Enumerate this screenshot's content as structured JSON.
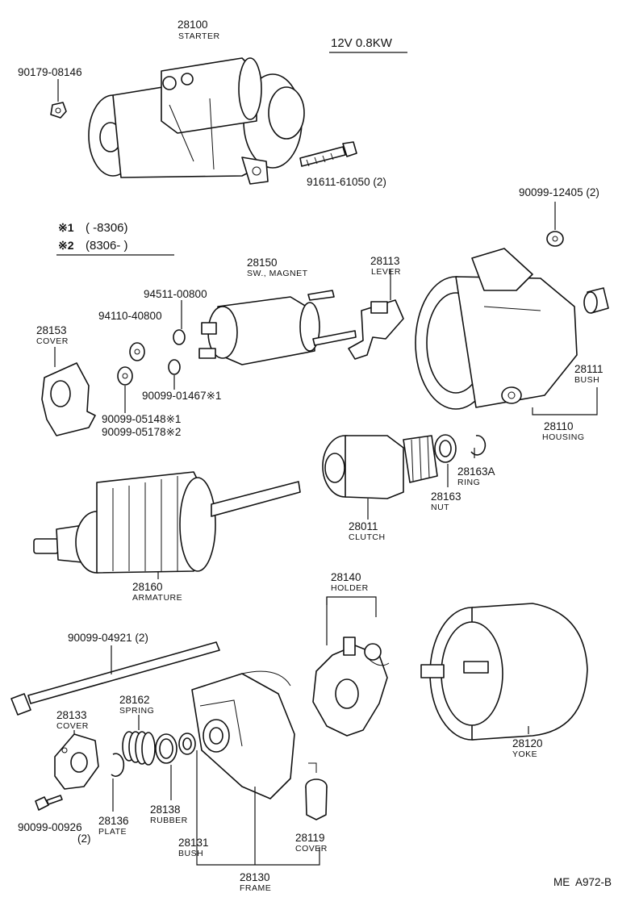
{
  "spec": "12V 0.8KW",
  "notes": [
    {
      "mark": "※1",
      "text": "(      -8306)"
    },
    {
      "mark": "※2",
      "text": "(8306-       )"
    }
  ],
  "footer_code": "ME  A972-B",
  "parts": {
    "p28100": {
      "num": "28100",
      "name": "STARTER"
    },
    "p90179": {
      "num": "90179-08146"
    },
    "p91611": {
      "num": "91611-61050 (2)"
    },
    "p90099_12405": {
      "num": "90099-12405 (2)"
    },
    "p28150": {
      "num": "28150",
      "name": "SW., MAGNET"
    },
    "p28113": {
      "num": "28113",
      "name": "LEVER"
    },
    "p94511": {
      "num": "94511-00800"
    },
    "p94110": {
      "num": "94110-40800"
    },
    "p28153": {
      "num": "28153",
      "name": "COVER"
    },
    "p90099_01467": {
      "num": "90099-01467※1"
    },
    "p90099_05148": {
      "num": "90099-05148※1"
    },
    "p90099_05178": {
      "num": "90099-05178※2"
    },
    "p28111": {
      "num": "28111",
      "name": "BUSH"
    },
    "p28110": {
      "num": "28110",
      "name": "HOUSING"
    },
    "p28163A": {
      "num": "28163A",
      "name": "RING"
    },
    "p28163": {
      "num": "28163",
      "name": "NUT"
    },
    "p28011": {
      "num": "28011",
      "name": "CLUTCH"
    },
    "p28160": {
      "num": "28160",
      "name": "ARMATURE"
    },
    "p28140": {
      "num": "28140",
      "name": "HOLDER"
    },
    "p90099_04921": {
      "num": "90099-04921 (2)"
    },
    "p28162": {
      "num": "28162",
      "name": "SPRING"
    },
    "p28133": {
      "num": "28133",
      "name": "COVER"
    },
    "p28120": {
      "num": "28120",
      "name": "YOKE"
    },
    "p90099_00926": {
      "num": "90099-00926",
      "qty": "(2)"
    },
    "p28136": {
      "num": "28136",
      "name": "PLATE"
    },
    "p28138": {
      "num": "28138",
      "name": "RUBBER"
    },
    "p28131": {
      "num": "28131",
      "name": "BUSH"
    },
    "p28119": {
      "num": "28119",
      "name": "COVER"
    },
    "p28130": {
      "num": "28130",
      "name": "FRAME"
    }
  }
}
